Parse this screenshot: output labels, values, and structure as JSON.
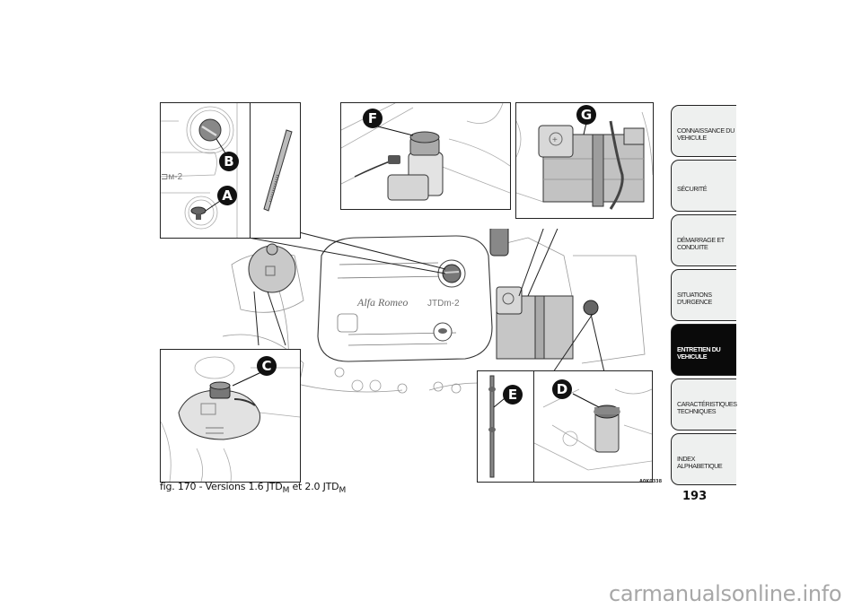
{
  "figure": {
    "caption_prefix": "fig. 170 - Versions 1.6 JTD",
    "caption_sub1": "M",
    "caption_mid": " et 2.0 JTD",
    "caption_sub2": "M",
    "code": "A0K0338",
    "engine_cover_brand": "Alfa Romeo",
    "engine_cover_badge": "JTDm-2"
  },
  "callouts": {
    "a": "A",
    "b": "B",
    "c": "C",
    "d": "D",
    "e": "E",
    "f": "F",
    "g": "G"
  },
  "tabs": [
    {
      "label": "CONNAISSANCE DU VEHICULE",
      "active": false
    },
    {
      "label": "SÉCURITÉ",
      "active": false
    },
    {
      "label": "DÉMARRAGE ET CONDUITE",
      "active": false
    },
    {
      "label": "SITUATIONS D'URGENCE",
      "active": false
    },
    {
      "label": "ENTRETIEN DU VEHICULE",
      "active": true
    },
    {
      "label": "CARACTÉRISTIQUES TECHNIQUES",
      "active": false
    },
    {
      "label": "INDEX ALPHABETIQUE",
      "active": false
    }
  ],
  "page_number": "193",
  "watermark": "carmanualsonline.info",
  "colors": {
    "active_tab": "#0a0a0a",
    "tab_bg": "#eef0ef",
    "watermark": "#a7a7a7"
  }
}
